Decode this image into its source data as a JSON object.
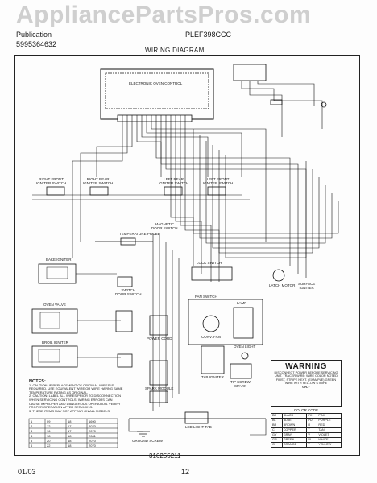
{
  "watermark": "AppliancePartsPros.com",
  "header": {
    "publication_label": "Publication",
    "part_number": "5995364632",
    "model": "PLEF398CCC",
    "title": "WIRING DIAGRAM"
  },
  "components": {
    "oven_control": "ELECTRONIC OVEN CONTROL",
    "right_front_switch": "RIGHT FRONT\nIGNITER SWITCH",
    "right_rear_switch": "RIGHT REAR\nIGNITER SWITCH",
    "left_rear_switch": "LEFT REAR\nIGNITER SWITCH",
    "left_front_switch": "LEFT FRONT\nIGNITER SWITCH",
    "temperature_probe": "TEMPERATURE PROBE",
    "magnetic_door_switch": "MAGNETIC\nDOOR SWITCH",
    "bake_igniter": "BAKE IGNITER",
    "oven_valve": "OVEN VALVE",
    "broil_igniter": "BROIL IGNITER",
    "door_switch": "SWITCH\nDOOR SWITCH",
    "lock_switch": "LOCK SWITCH",
    "latch_motor": "LATCH MOTOR",
    "spark_module": "SPARK MODULE",
    "power_cord": "POWER CORD",
    "oven_light": "OVEN LIGHT",
    "lamp_socket": "LAMP",
    "fan_switch": "FAN SWITCH",
    "tab_igniter": "TAB IGNITER",
    "tip_screw": "TIP SCREW\nSPARK",
    "convection_fan": "CONV. FAN",
    "ground_screw": "GROUND SCREW",
    "led_light": "LED LIGHT TAB",
    "surface_igniter": "SURFACE\nIGNITER"
  },
  "notes": {
    "title": "NOTES:",
    "items": [
      "1. CAUTION: IF REPLACEMENT OF ORIGINAL WIRES IS REQUIRED, USE EQUIVALENT WIRE OR WIRE HAVING SAME TEMPERATURE RATING AS ORIGINAL.",
      "2. CAUTION: LABEL ALL WIRES PRIOR TO DISCONNECTION WHEN SERVICING CONTROLS. WIRING ERRORS CAN CAUSE IMPROPER AND DANGEROUS OPERATION. VERIFY PROPER OPERATION AFTER SERVICING.",
      "3. THESE ITEMS MAY NOT APPEAR ON ALL MODELS"
    ],
    "table_rows": [
      [
        "1",
        "09",
        "18",
        "1690"
      ],
      [
        "2",
        "12",
        "17",
        "2070"
      ],
      [
        "3",
        "16",
        "17",
        "2070"
      ],
      [
        "4",
        "18",
        "18",
        "2081"
      ],
      [
        "5",
        "20",
        "18",
        "2070"
      ],
      [
        "6",
        "22",
        "18",
        "2070"
      ]
    ]
  },
  "warning": {
    "title": "WARNING",
    "text": "DISCONNECT POWER BEFORE SERVICING UNIT. TRACER WIRE: WIRE COLOR NOTED FIRST, STRIPE NEXT. (EXAMPLE) GREEN WIRE WITH YELLOW STRIPE",
    "example": "GR-Y"
  },
  "color_code": {
    "title": "COLOR CODE",
    "rows": [
      [
        "BK",
        "BLACK",
        "PK",
        "PINK"
      ],
      [
        "BL",
        "BLUE",
        "PU",
        "PURPLE"
      ],
      [
        "BR",
        "BROWN",
        "R",
        "RED"
      ],
      [
        "C",
        "COPPER",
        "T",
        "TAN"
      ],
      [
        "GY",
        "GRAY",
        "V",
        "VIOLET"
      ],
      [
        "GR",
        "GREEN",
        "W",
        "WHITE"
      ],
      [
        "O",
        "ORANGE",
        "Y",
        "YELLOW"
      ]
    ]
  },
  "document_number": "316255211",
  "footer": {
    "date": "01/03",
    "page": "12"
  }
}
